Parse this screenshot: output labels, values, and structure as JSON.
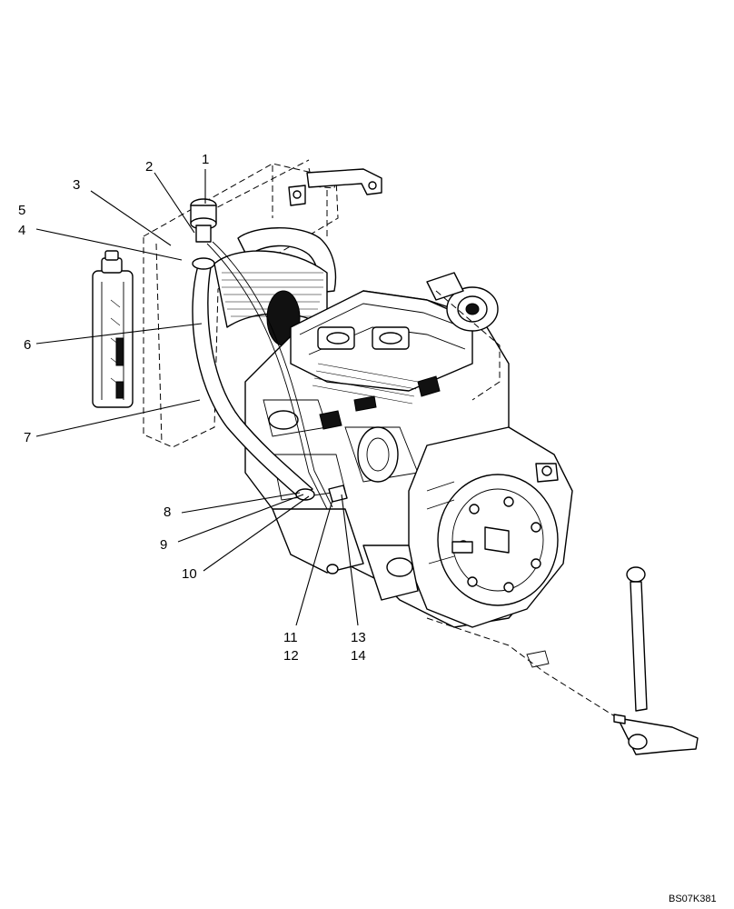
{
  "callouts": [
    {
      "label": "1"
    },
    {
      "label": "2"
    },
    {
      "label": "3"
    },
    {
      "label": "5"
    },
    {
      "label": "4"
    },
    {
      "label": "6"
    },
    {
      "label": "7"
    },
    {
      "label": "8"
    },
    {
      "label": "9"
    },
    {
      "label": "10"
    },
    {
      "label": "11"
    },
    {
      "label": "12"
    },
    {
      "label": "13"
    },
    {
      "label": "14"
    }
  ],
  "drawing_code": "BS07K381"
}
